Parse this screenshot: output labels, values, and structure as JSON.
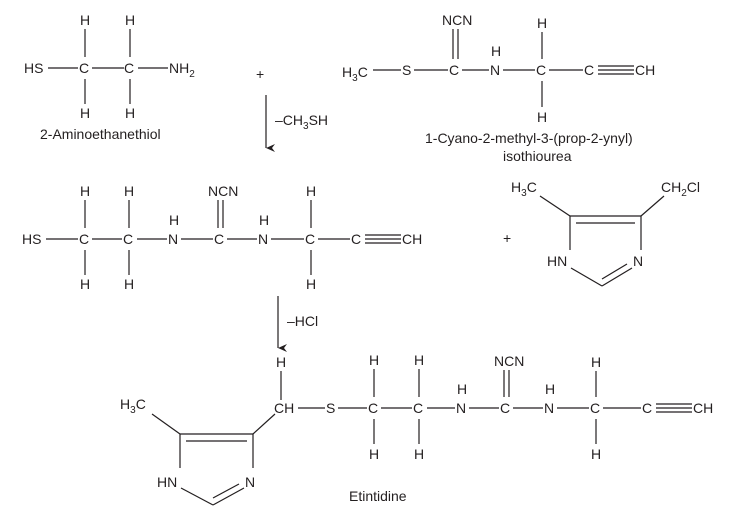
{
  "atoms": {
    "H": "H",
    "C": "C",
    "N": "N",
    "S": "S",
    "HS": "HS",
    "HN": "HN",
    "NH": "NH",
    "NCN": "NCN",
    "CH": "CH",
    "CH_ring": "CH",
    "H3C_main": "H",
    "H3C_sub": "3",
    "H3C_tail": "C",
    "CH2Cl_main": "CH",
    "CH2Cl_sub": "2",
    "CH2Cl_tail": "Cl",
    "NH2_main": "NH",
    "NH2_sub": "2"
  },
  "symbols": {
    "plus": "+"
  },
  "arrows": {
    "step1": {
      "reagent_main": "–CH",
      "reagent_sub": "3",
      "reagent_tail": "SH"
    },
    "step2": {
      "reagent": "–HCl"
    }
  },
  "labels": {
    "aminoethanethiol": "2-Aminoethanethiol",
    "isothiourea_line1": "1-Cyano-2-methyl-3-(prop-2-ynyl)",
    "isothiourea_line2": "isothiourea",
    "etintidine": "Etintidine"
  }
}
